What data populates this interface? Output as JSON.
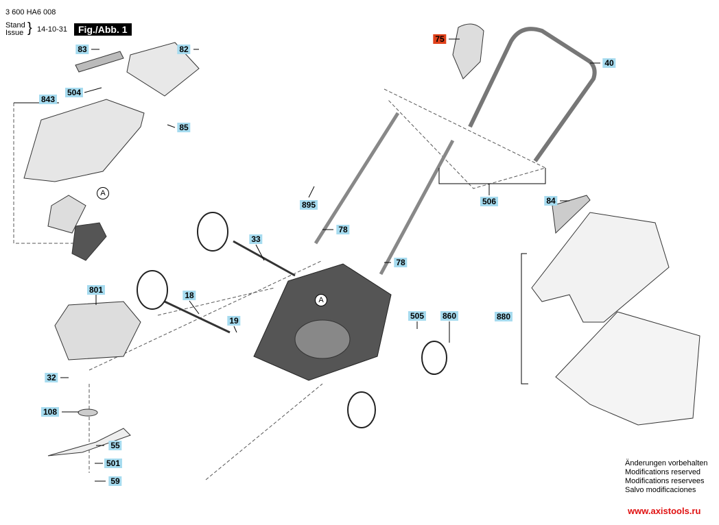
{
  "header": {
    "part_number": "3 600 HA6 008",
    "stand": "Stand",
    "issue": "Issue",
    "date": "14-10-31",
    "figure": "Fig./Abb. 1"
  },
  "labels": [
    {
      "text": "83"
    },
    {
      "text": "82"
    },
    {
      "text": "504"
    },
    {
      "text": "843"
    },
    {
      "text": "85"
    },
    {
      "text": "75",
      "highlight": true
    },
    {
      "text": "40"
    },
    {
      "text": "895"
    },
    {
      "text": "506"
    },
    {
      "text": "84"
    },
    {
      "text": "78"
    },
    {
      "text": "33"
    },
    {
      "text": "78"
    },
    {
      "text": "801"
    },
    {
      "text": "18"
    },
    {
      "text": "19"
    },
    {
      "text": "505"
    },
    {
      "text": "860"
    },
    {
      "text": "880"
    },
    {
      "text": "32"
    },
    {
      "text": "108"
    },
    {
      "text": "55"
    },
    {
      "text": "501"
    },
    {
      "text": "59"
    }
  ],
  "refs": [
    "A",
    "A"
  ],
  "notes": [
    "Änderungen vorbehalten",
    "Modifications reserved",
    "Modifications reservees",
    "Salvo modificaciones"
  ],
  "website": "www.axistools.ru",
  "colors": {
    "label": "#a6dbef",
    "highlight": "#e0401a",
    "website": "#e01010"
  }
}
